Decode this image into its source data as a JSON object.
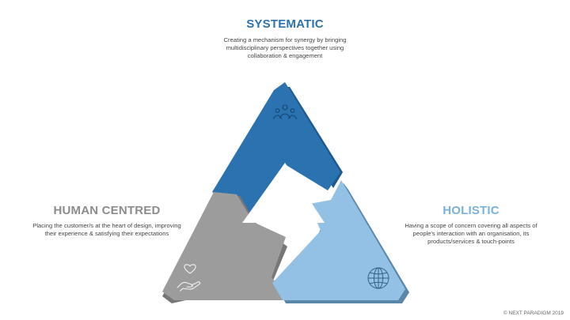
{
  "systematic": {
    "title": "SYSTEMATIC",
    "description": "Creating a mechanism for synergy by bringing multidisciplinary perspectives together using collaboration & engagement",
    "icon": "people-group-icon",
    "color": "#2a72b0",
    "shade": "#1e5a8e"
  },
  "human_centred": {
    "title": "HUMAN CENTRED",
    "description": "Placing the customer/s at the heart of design, improving their experience & satisfying their expectations",
    "icon": "heart-hand-icon",
    "color": "#9c9c9c",
    "shade": "#777777",
    "title_color": "#8c8c8c"
  },
  "holistic": {
    "title": "HOLISTIC",
    "description": "Having a scope of concern covering all aspects of people's interaction with an organisation, its products/services & touch-points",
    "icon": "globe-icon",
    "color": "#93c1e6",
    "shade": "#5a86a8",
    "title_color": "#79b1dc"
  },
  "footer": {
    "copyright": "© NEXT PARADIGM 2019"
  }
}
